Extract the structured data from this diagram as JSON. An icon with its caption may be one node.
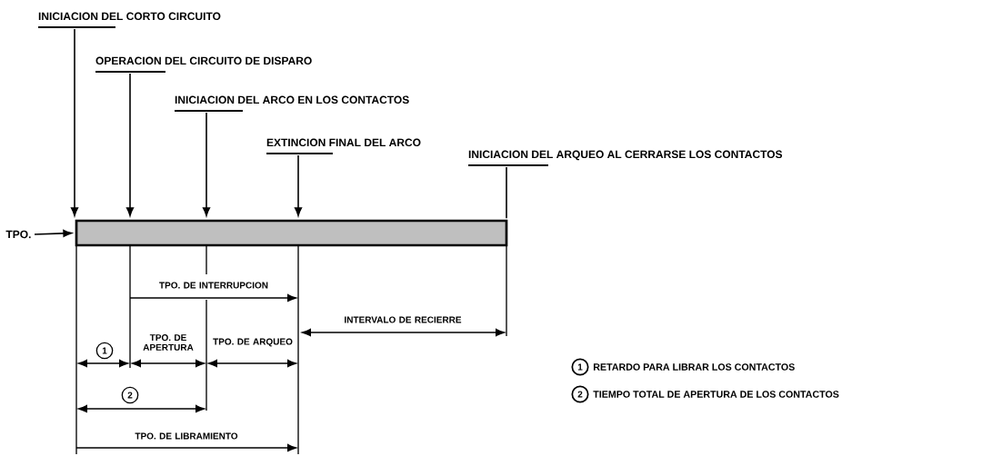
{
  "diagram": {
    "nodes": [
      {
        "text": [
          "INICIACION DEL CORTO CIRCUITO"
        ]
      },
      {
        "text": [
          "OPERACION DEL CIRCUITO DE DISPARO"
        ]
      },
      {
        "text": [
          "INICIACION DEL ARCO EN LOS CONTACTOS"
        ]
      },
      {
        "text": [
          "EXTINCION FINAL DEL ARCO"
        ]
      },
      {
        "text": [
          "INICIACION DEL ARQUEO AL CERRARSE LOS CONTACTOS"
        ]
      },
      {
        "text": [
          "TPO."
        ]
      },
      {
        "text": [],
        "shape": "bar"
      }
    ],
    "edges": [
      {
        "from": 0,
        "to": 6,
        "arrow": "to"
      },
      {
        "from": 1,
        "to": 6,
        "arrow": "to"
      },
      {
        "from": 2,
        "to": 6,
        "arrow": "to"
      },
      {
        "from": 3,
        "to": 6,
        "arrow": "to"
      },
      {
        "from": 4,
        "to": 6,
        "arrow": "none"
      },
      {
        "from": 5,
        "to": 6,
        "arrow": "to"
      }
    ],
    "labels": [
      "TPO. DE INTERRUPCION",
      "INTERVALO DE RECIERRE",
      "1",
      "TPO. DE APERTURA",
      "TPO. DE ARQUEO",
      "2",
      "TPO. DE LIBRAMIENTO",
      "1",
      "2"
    ],
    "legend": [
      {
        "text": "RETARDO PARA LIBRAR LOS CONTACTOS"
      },
      {
        "text": "TIEMPO TOTAL DE APERTURA DE LOS CONTACTOS"
      }
    ]
  }
}
